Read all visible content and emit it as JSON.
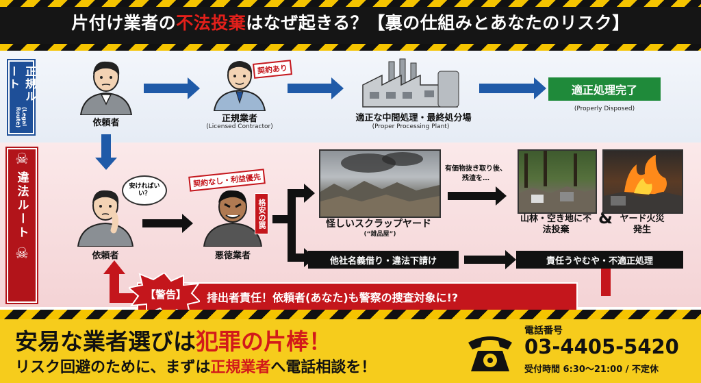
{
  "header": {
    "title_part1": "片付け業者の",
    "title_highlight": "不法投棄",
    "title_part2": "はなぜ起きる？【裏の仕組みとあなたのリスク】"
  },
  "legal_route": {
    "tag": "正規ルート",
    "tag_sub": "(Legal Route)",
    "client_label": "依頼者",
    "contractor_label": "正規業者",
    "contractor_sub": "(Licensed Contractor)",
    "contract_tag": "契約あり",
    "plant_label": "適正な中間処理・最終処分場",
    "plant_sub": "(Proper Processing Plant)",
    "done_label": "適正処理完了",
    "done_sub": "(Properly Disposed)"
  },
  "illegal_route": {
    "tag": "違法ルート",
    "client_label": "依頼者",
    "client_bubble": "安ければいい？",
    "bad_contractor_label": "悪徳業者",
    "no_contract_tag": "契約なし・利益優先",
    "trap_tag": "格安の罠",
    "scrapyard_label": "怪しいスクラップヤード",
    "scrapyard_sub": "(“雑品屋”)",
    "strip_note": "有価物抜き取り後、残渣を…",
    "dumping_label": "山林・空き地に不法投棄",
    "fire_label": "ヤード火災発生",
    "amp": "&",
    "subcontract_label": "他社名義借り・違法下請け",
    "vague_label": "責任うやむや・不適正処理"
  },
  "warning": {
    "tag": "【警告】",
    "text": "排出者責任！依頼者(あなた)も警察の捜査対象に!?"
  },
  "footer": {
    "cta1_part1": "安易な業者選びは",
    "cta1_highlight": "犯罪の片棒！",
    "cta2_part1": "リスク回避のために、まずは",
    "cta2_highlight": "正規業者",
    "cta2_part2": "へ電話相談を！",
    "phone_label": "電話番号",
    "phone_number": "03-4405-5420",
    "phone_hours": "受付時間 6:30〜21:00 / 不定休"
  },
  "colors": {
    "accent_red": "#c4161c",
    "legal_blue": "#1f5aa8",
    "done_green": "#1f8a3a",
    "footer_yellow": "#f6cc1c"
  },
  "icons": [
    "skull-icon",
    "telephone-icon",
    "factory-icon"
  ]
}
